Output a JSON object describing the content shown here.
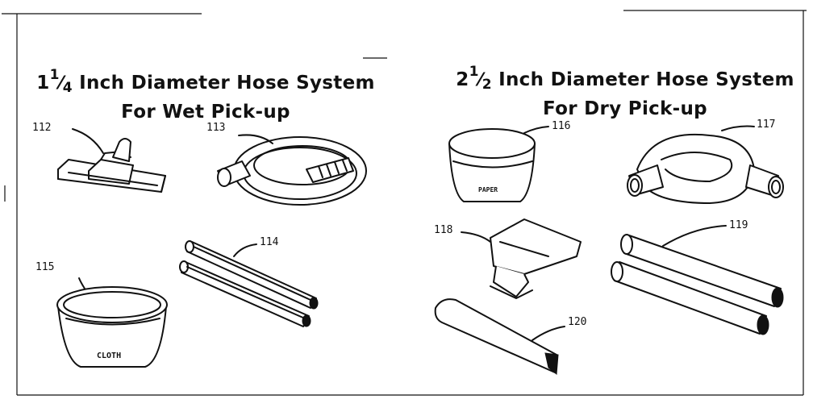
{
  "left_title": {
    "whole": "1",
    "num": "1",
    "den": "4",
    "line1_rest": "Inch Diameter Hose System",
    "line2": "For Wet Pick-up"
  },
  "right_title": {
    "whole": "2",
    "num": "1",
    "den": "2",
    "line1_rest": "Inch Diameter Hose System",
    "line2": "For Dry Pick-up"
  },
  "parts": [
    {
      "id": "112"
    },
    {
      "id": "113"
    },
    {
      "id": "114"
    },
    {
      "id": "115"
    },
    {
      "id": "116"
    },
    {
      "id": "117"
    },
    {
      "id": "118"
    },
    {
      "id": "119"
    },
    {
      "id": "120"
    }
  ],
  "bag_labels": {
    "paper": "PAPER",
    "cloth": "CLOTH"
  }
}
